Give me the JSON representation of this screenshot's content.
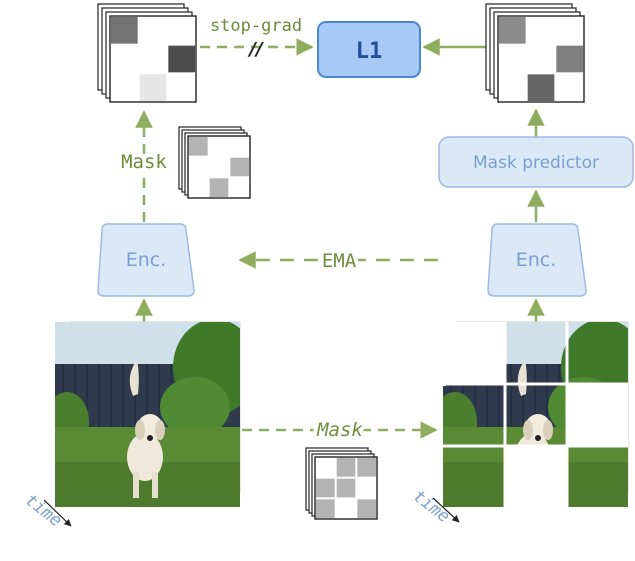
{
  "diagram": {
    "stop_grad_label": "stop-grad",
    "stop_grad_marker": "//",
    "l1_label": "L1",
    "mask_label_top": "Mask",
    "mask_label_bottom": "Mask",
    "enc_left_label": "Enc.",
    "enc_right_label": "Enc.",
    "ema_label": "EMA",
    "mask_predictor_label": "Mask predictor",
    "time_left": "time",
    "time_right": "time"
  },
  "colors": {
    "arrow_green": "#8fad5e",
    "text_green": "#6e8c3a",
    "enc_fill": "#dbe8f5",
    "enc_stroke": "#9bbbe0",
    "enc_text": "#7b9fd4",
    "l1_fill": "#a7c9f5",
    "l1_stroke": "#4a86d6",
    "l1_text": "#1f4e9c",
    "time_text": "#7b9fd4"
  },
  "images": {
    "input_video": "photo-dog-on-grass",
    "masked_video": "masked-photo-dog-on-grass"
  },
  "masks": {
    "predicted_mask_grid": [
      [
        0.55,
        0,
        0
      ],
      [
        0,
        0,
        0.7
      ],
      [
        0,
        0.1,
        0
      ]
    ],
    "mask_grid_top": [
      [
        0.3,
        0,
        0
      ],
      [
        0,
        0,
        0.3
      ],
      [
        0,
        0.3,
        0
      ]
    ],
    "target_mask_grid": [
      [
        0.45,
        0,
        0
      ],
      [
        0,
        0,
        0.5
      ],
      [
        0,
        0.6,
        0
      ]
    ],
    "mask_grid_bottom": [
      [
        0,
        0.3,
        0.3
      ],
      [
        0.3,
        0.3,
        0
      ],
      [
        0.3,
        0,
        0.3
      ]
    ]
  }
}
